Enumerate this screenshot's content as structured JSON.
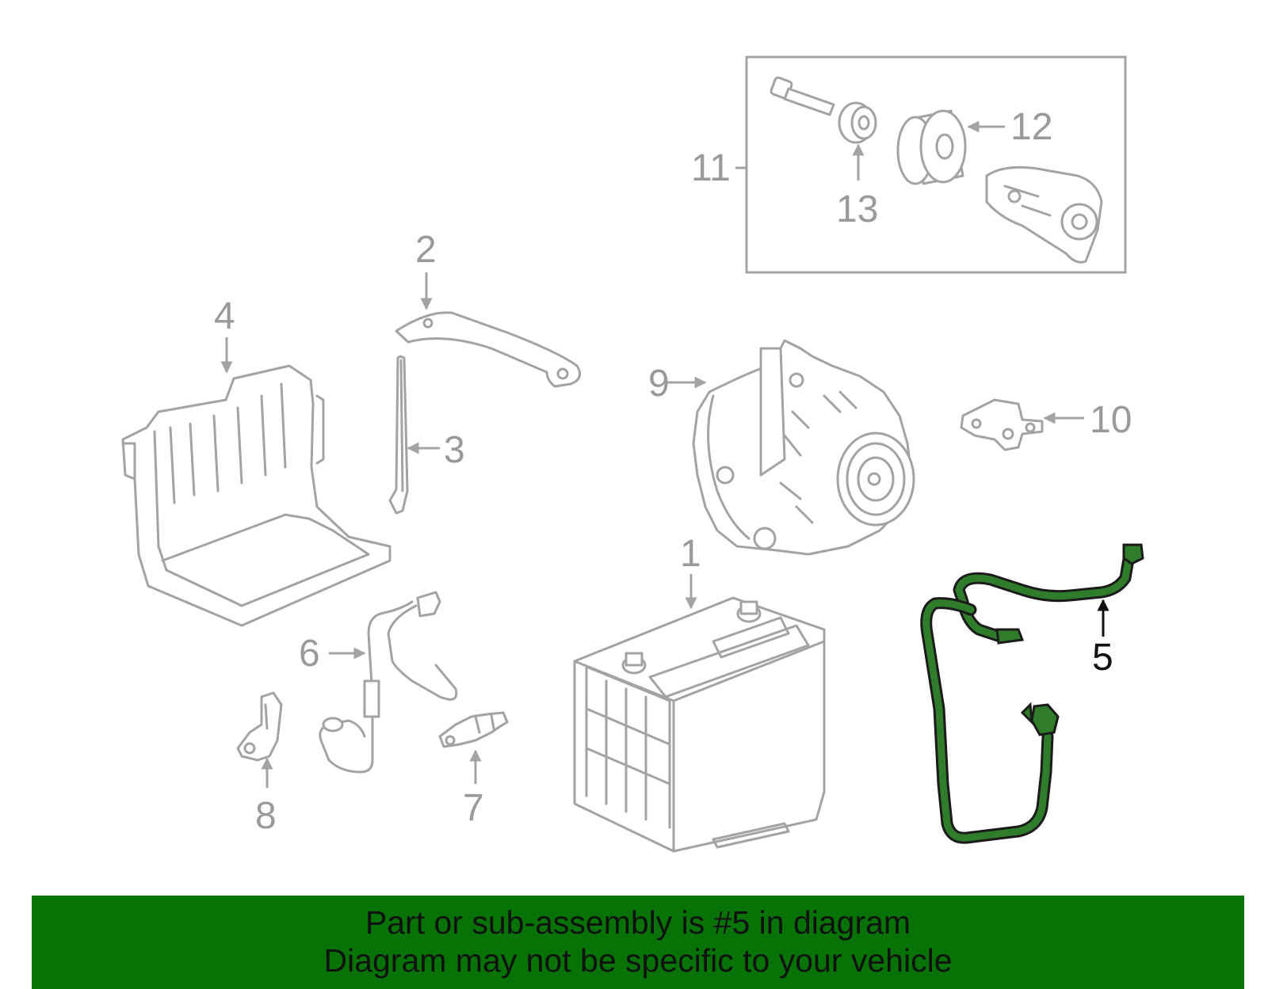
{
  "highlight_color": "#077307",
  "callouts": [
    "1",
    "2",
    "3",
    "4",
    "5",
    "6",
    "7",
    "8",
    "9",
    "10",
    "11",
    "12",
    "13"
  ],
  "highlighted_part": "5",
  "banner": {
    "line1": "Part or sub-assembly is #5 in diagram",
    "line2": "Diagram may not be specific to your vehicle"
  }
}
